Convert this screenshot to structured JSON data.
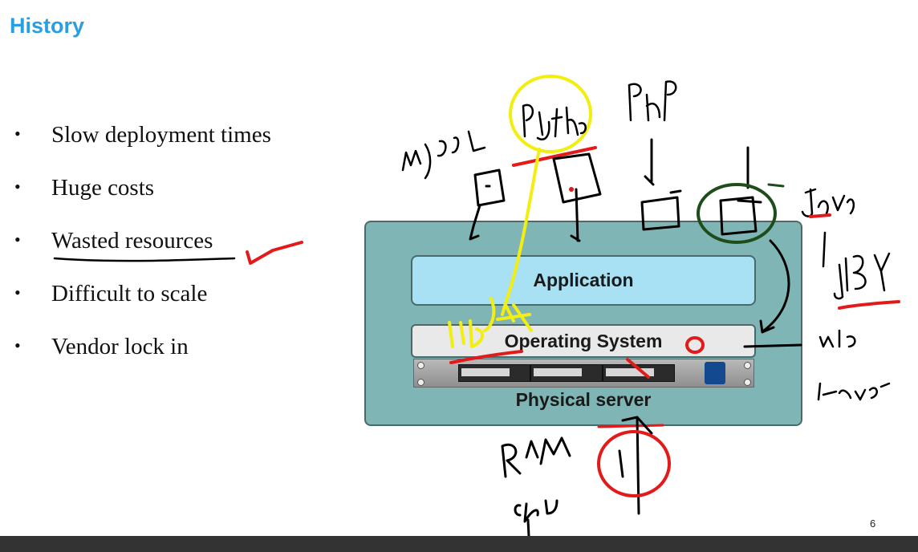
{
  "slide": {
    "title": "History",
    "bullets": [
      "Slow deployment times",
      "Huge costs",
      "Wasted resources",
      "Difficult to scale",
      "Vendor   lock  in"
    ],
    "bullet_marker": "•",
    "page_number": "6"
  },
  "diagram": {
    "application_label": "Application",
    "os_label": "Operating System",
    "server_label": "Physical server"
  },
  "annotations": {
    "handwritten": [
      "mysql",
      "python",
      "php",
      "java",
      "ruby",
      "lib",
      "win",
      "linux",
      "RAM",
      "cpu"
    ],
    "colors": {
      "black": "#000000",
      "red": "#e21a1a",
      "yellow": "#f2ee10",
      "green": "#1e4d1c"
    }
  },
  "colors": {
    "title": "#2a9fe0",
    "server_box": "#7fb5b5",
    "application_box": "#a8e0f4",
    "os_box": "#e9e9e9",
    "bottom_bar": "#333333"
  }
}
